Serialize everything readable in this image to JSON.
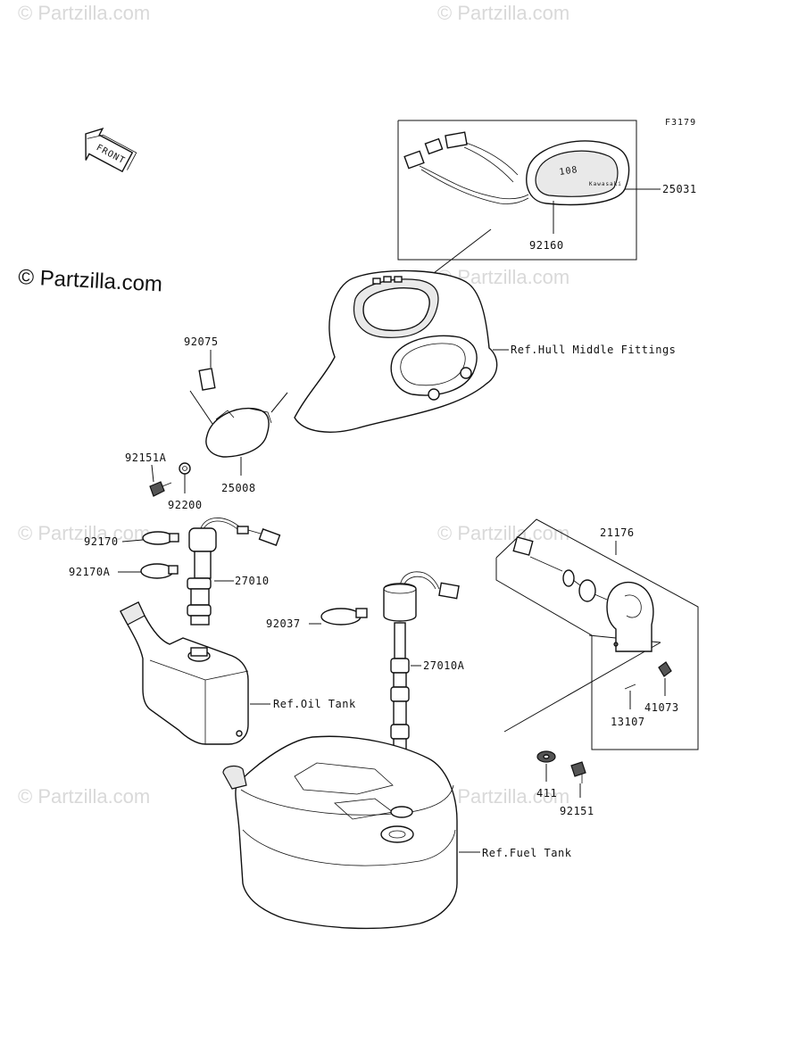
{
  "figure_code": "F3179",
  "brand": "© Partzilla.com",
  "watermark": "© Partzilla.com",
  "front_arrow": "FRONT",
  "parts": {
    "p25031": "25031",
    "p92160": "92160",
    "p92075": "92075",
    "p92151A": "92151A",
    "p92200": "92200",
    "p25008": "25008",
    "p92170": "92170",
    "p92170A": "92170A",
    "p27010": "27010",
    "p92037": "92037",
    "p27010A": "27010A",
    "p21176": "21176",
    "p41073": "41073",
    "p13107": "13107",
    "p411": "411",
    "p92151": "92151"
  },
  "refs": {
    "hull": "Ref.Hull Middle Fittings",
    "oil": "Ref.Oil Tank",
    "fuel": "Ref.Fuel Tank"
  },
  "meter_text": {
    "brand": "Kawasaki",
    "readout": "108"
  }
}
